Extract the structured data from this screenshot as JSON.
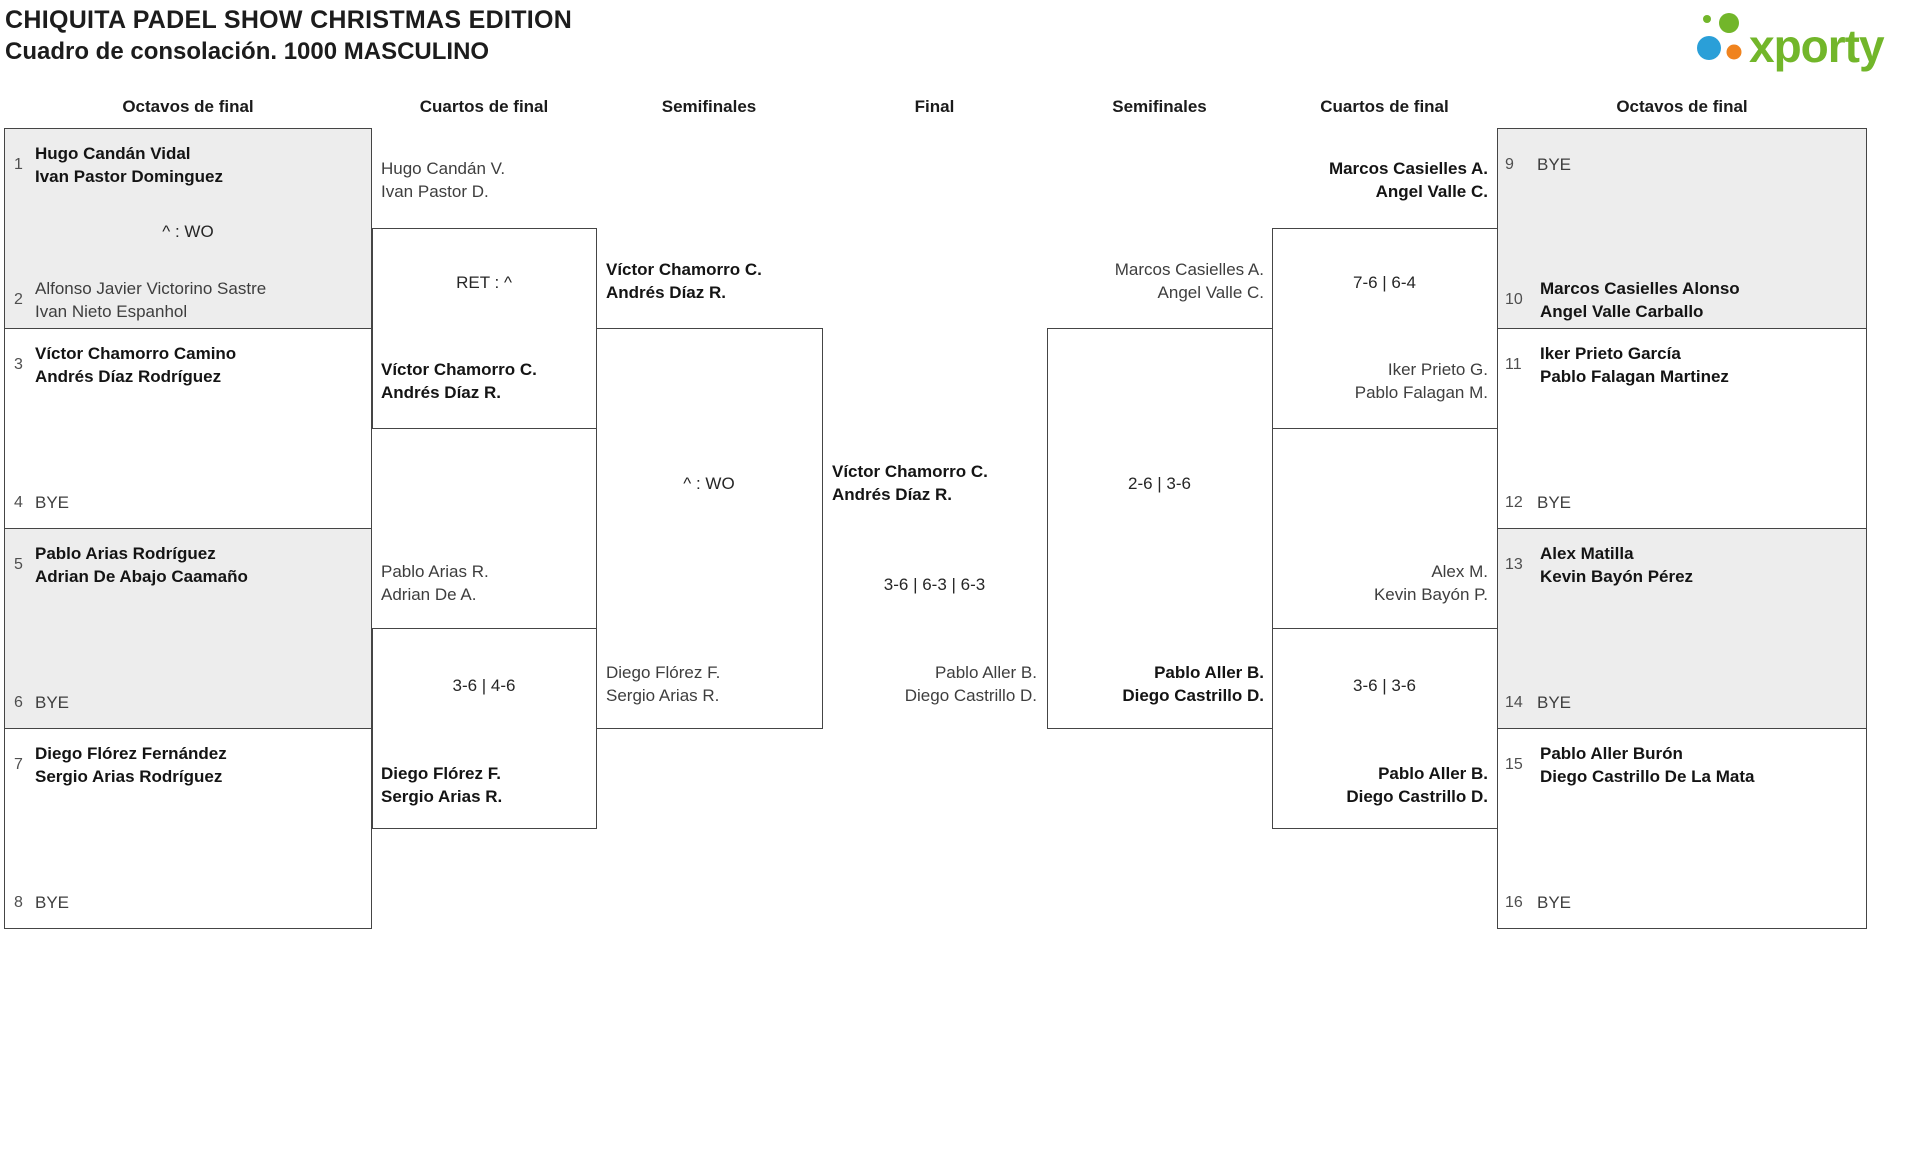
{
  "meta": {
    "title": "CHIQUITA PADEL SHOW CHRISTMAS EDITION",
    "subtitle": "Cuadro de consolación. 1000 MASCULINO"
  },
  "logo": {
    "text": "xporty",
    "colors": {
      "green": "#72b62a",
      "blue": "#2a9fd8",
      "orange": "#f0831e"
    }
  },
  "round_headers": [
    "Octavos de final",
    "Cuartos de final",
    "Semifinales",
    "Final",
    "Semifinales",
    "Cuartos de final",
    "Octavos de final"
  ],
  "octavos_left": {
    "m1": {
      "seed_top": "1",
      "top1": "Hugo Candán Vidal",
      "top2": "Ivan Pastor Dominguez",
      "score": "^ : WO",
      "seed_bot": "2",
      "bot1": "Alfonso Javier Victorino Sastre",
      "bot2": "Ivan Nieto Espanhol"
    },
    "m2": {
      "seed_top": "3",
      "top1": "Víctor Chamorro Camino",
      "top2": "Andrés Díaz Rodríguez",
      "seed_bot": "4",
      "bot_bye": "BYE"
    },
    "m3": {
      "seed_top": "5",
      "top1": "Pablo Arias Rodríguez",
      "top2": "Adrian De Abajo Caamaño",
      "seed_bot": "6",
      "bot_bye": "BYE"
    },
    "m4": {
      "seed_top": "7",
      "top1": "Diego Flórez Fernández",
      "top2": "Sergio Arias Rodríguez",
      "seed_bot": "8",
      "bot_bye": "BYE"
    }
  },
  "octavos_right": {
    "m1": {
      "seed_top": "9",
      "top_bye": "BYE",
      "seed_bot": "10",
      "bot1": "Marcos Casielles Alonso",
      "bot2": "Angel Valle Carballo"
    },
    "m2": {
      "seed_top": "11",
      "top1": "Iker Prieto García",
      "top2": "Pablo Falagan Martinez",
      "seed_bot": "12",
      "bot_bye": "BYE"
    },
    "m3": {
      "seed_top": "13",
      "top1": "Alex Matilla",
      "top2": "Kevin Bayón Pérez",
      "seed_bot": "14",
      "bot_bye": "BYE"
    },
    "m4": {
      "seed_top": "15",
      "top1": "Pablo Aller Burón",
      "top2": "Diego Castrillo De La Mata",
      "seed_bot": "16",
      "bot_bye": "BYE"
    }
  },
  "cuartos_left": {
    "m1": {
      "top1": "Hugo Candán V.",
      "top2": "Ivan Pastor D.",
      "score": "RET : ^",
      "bot1": "Víctor Chamorro C.",
      "bot2": "Andrés Díaz R."
    },
    "m2": {
      "top1": "Pablo Arias R.",
      "top2": "Adrian De A.",
      "score": "3-6 | 4-6",
      "bot1": "Diego Flórez F.",
      "bot2": "Sergio Arias R."
    }
  },
  "cuartos_right": {
    "m1": {
      "top1": "Marcos Casielles A.",
      "top2": "Angel Valle C.",
      "score": "7-6 | 6-4",
      "bot1": "Iker Prieto G.",
      "bot2": "Pablo Falagan M."
    },
    "m2": {
      "top1": "Alex M.",
      "top2": "Kevin Bayón P.",
      "score": "3-6 | 3-6",
      "bot1": "Pablo Aller B.",
      "bot2": "Diego Castrillo D."
    }
  },
  "semifinal_left": {
    "top1": "Víctor Chamorro C.",
    "top2": "Andrés Díaz R.",
    "score": "^ : WO",
    "bot1": "Diego Flórez F.",
    "bot2": "Sergio Arias R."
  },
  "semifinal_right": {
    "top1": "Marcos Casielles A.",
    "top2": "Angel Valle C.",
    "score": "2-6 | 3-6",
    "bot1": "Pablo Aller B.",
    "bot2": "Diego Castrillo D."
  },
  "final": {
    "left1": "Víctor Chamorro C.",
    "left2": "Andrés Díaz R.",
    "score": "3-6 | 6-3 | 6-3",
    "right1": "Pablo Aller B.",
    "right2": "Diego Castrillo D."
  }
}
